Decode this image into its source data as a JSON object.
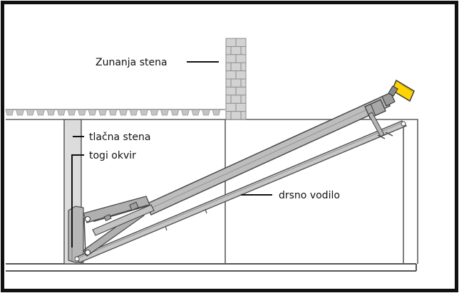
{
  "labels": {
    "outer_wall": "Zunanja stena",
    "pressure_wall": "tlačna stena",
    "rigid_frame": "togi okvir",
    "sliding_guide": "drsno vodilo"
  },
  "colors": {
    "border": "#111111",
    "steel_fill": "#b6b6b6",
    "steel_stroke": "#4a4a4a",
    "wall_fill": "#dcdcdc",
    "brick_fill": "#d3d3d3",
    "brick_stroke": "#8c8c8c",
    "line": "#555555",
    "leader": "#111111",
    "cap": "#ffd400"
  }
}
